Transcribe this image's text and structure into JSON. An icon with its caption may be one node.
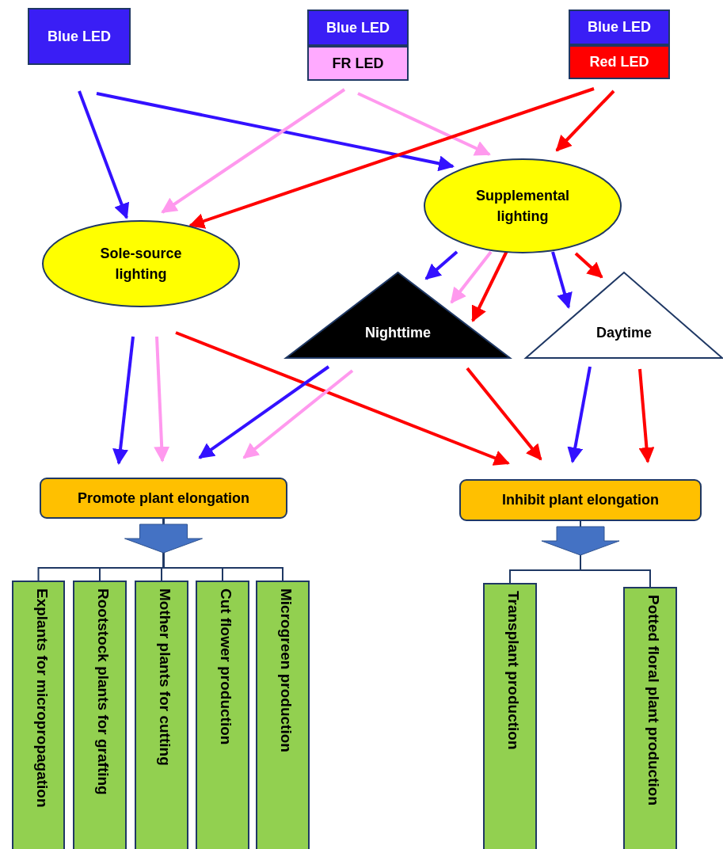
{
  "diagram": {
    "nodes": [
      {
        "text": [
          "Blue LED"
        ]
      },
      {
        "text": [
          "Blue LED"
        ]
      },
      {
        "text": [
          "FR LED"
        ]
      },
      {
        "text": [
          "Blue LED"
        ]
      },
      {
        "text": [
          "Red LED"
        ]
      },
      {
        "text": [
          "Sole-source lighting"
        ]
      },
      {
        "text": [
          "Supplemental lighting"
        ]
      },
      {
        "text": [
          "Nighttime"
        ]
      },
      {
        "text": [
          "Daytime"
        ]
      },
      {
        "text": [
          "Promote plant elongation"
        ]
      },
      {
        "text": [
          "Inhibit plant elongation"
        ]
      },
      {
        "text": [
          "Explants for micropropagation"
        ]
      },
      {
        "text": [
          "Rootstock plants for grafting"
        ]
      },
      {
        "text": [
          "Mother plants for cutting"
        ]
      },
      {
        "text": [
          "Cut flower production"
        ]
      },
      {
        "text": [
          "Microgreen production"
        ]
      },
      {
        "text": [
          "Transplant production"
        ]
      },
      {
        "text": [
          "Potted floral plant production"
        ]
      }
    ],
    "edges": [
      {
        "from": 0,
        "to": 5,
        "arrow": "to",
        "color": "#3311ff"
      },
      {
        "from": 0,
        "to": 6,
        "arrow": "to",
        "color": "#3311ff"
      },
      {
        "from": 2,
        "to": 5,
        "arrow": "to",
        "color": "#ff99ee"
      },
      {
        "from": 2,
        "to": 6,
        "arrow": "to",
        "color": "#ff99ee"
      },
      {
        "from": 4,
        "to": 5,
        "arrow": "to",
        "color": "#ff0000"
      },
      {
        "from": 4,
        "to": 6,
        "arrow": "to",
        "color": "#ff0000"
      },
      {
        "from": 6,
        "to": 7,
        "arrow": "to",
        "color": "#3311ff"
      },
      {
        "from": 6,
        "to": 7,
        "arrow": "to",
        "color": "#ff99ee"
      },
      {
        "from": 6,
        "to": 7,
        "arrow": "to",
        "color": "#ff0000"
      },
      {
        "from": 6,
        "to": 8,
        "arrow": "to",
        "color": "#3311ff"
      },
      {
        "from": 6,
        "to": 8,
        "arrow": "to",
        "color": "#ff0000"
      },
      {
        "from": 5,
        "to": 9,
        "arrow": "to",
        "color": "#3311ff"
      },
      {
        "from": 5,
        "to": 9,
        "arrow": "to",
        "color": "#ff99ee"
      },
      {
        "from": 5,
        "to": 10,
        "arrow": "to",
        "color": "#ff0000"
      },
      {
        "from": 7,
        "to": 9,
        "arrow": "to",
        "color": "#3311ff"
      },
      {
        "from": 7,
        "to": 9,
        "arrow": "to",
        "color": "#ff99ee"
      },
      {
        "from": 7,
        "to": 10,
        "arrow": "to",
        "color": "#ff0000"
      },
      {
        "from": 8,
        "to": 10,
        "arrow": "to",
        "color": "#3311ff"
      },
      {
        "from": 8,
        "to": 10,
        "arrow": "to",
        "color": "#ff0000"
      },
      {
        "from": 9,
        "to": 11,
        "arrow": "none",
        "color": "#1f3864"
      },
      {
        "from": 9,
        "to": 12,
        "arrow": "none",
        "color": "#1f3864"
      },
      {
        "from": 9,
        "to": 13,
        "arrow": "none",
        "color": "#1f3864"
      },
      {
        "from": 9,
        "to": 14,
        "arrow": "none",
        "color": "#1f3864"
      },
      {
        "from": 9,
        "to": 15,
        "arrow": "none",
        "color": "#1f3864"
      },
      {
        "from": 10,
        "to": 16,
        "arrow": "none",
        "color": "#1f3864"
      },
      {
        "from": 10,
        "to": 17,
        "arrow": "none",
        "color": "#1f3864"
      },
      {
        "from": 9,
        "to": null,
        "arrow": "to",
        "style": "thick",
        "color": "#4472c4"
      },
      {
        "from": 10,
        "to": null,
        "arrow": "to",
        "style": "thick",
        "color": "#4472c4"
      }
    ]
  }
}
